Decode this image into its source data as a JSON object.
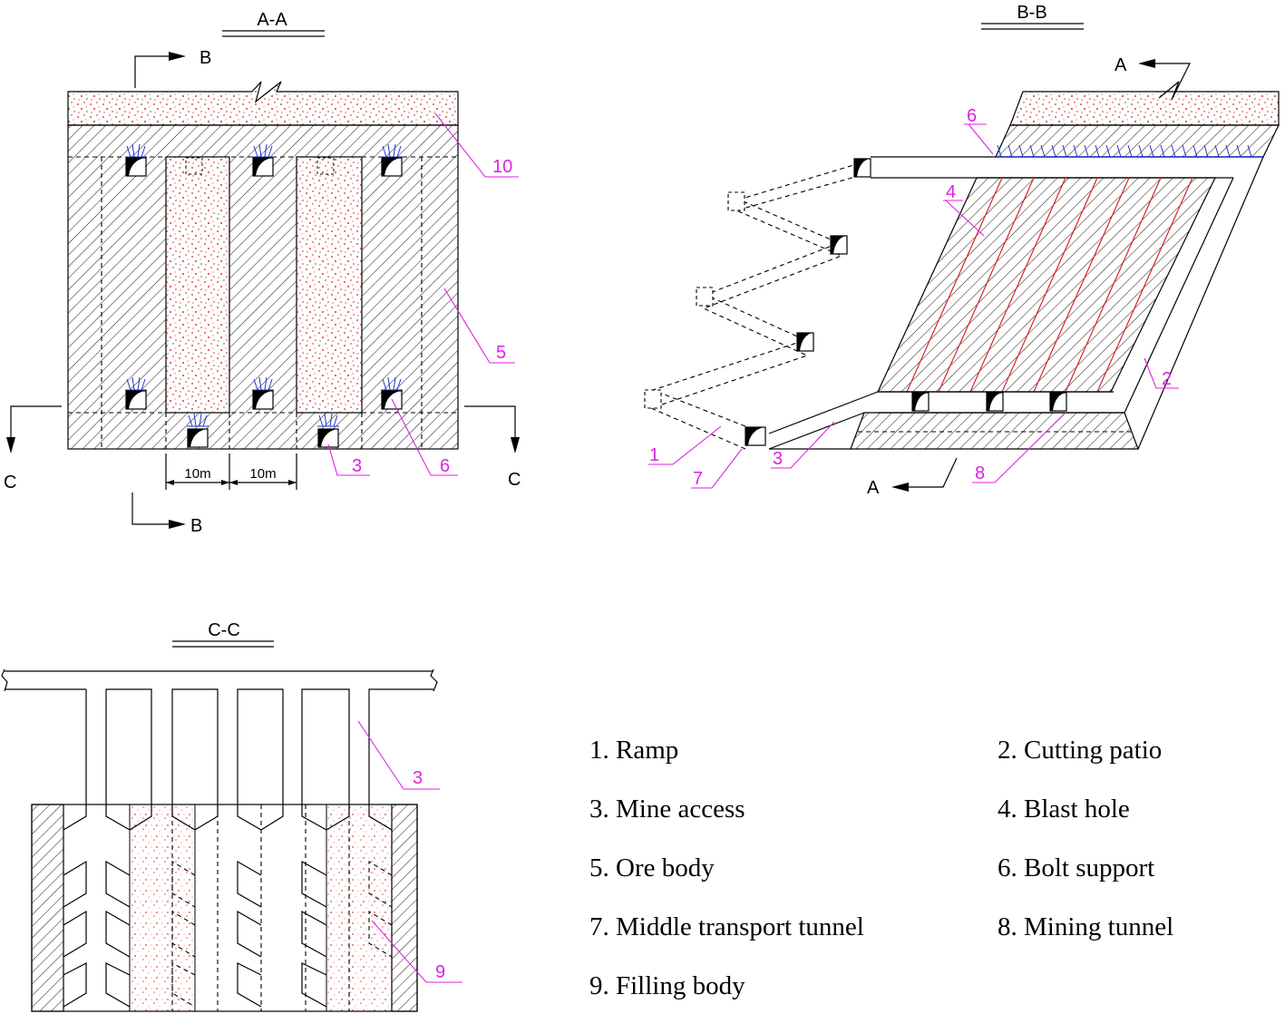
{
  "views": {
    "aa": {
      "title": "A-A",
      "cut_b_top": "B",
      "cut_b_bottom": "B",
      "cut_c_left": "C",
      "cut_c_right": "C",
      "dim_1": "10m",
      "dim_2": "10m"
    },
    "bb": {
      "title": "B-B",
      "cut_a_top": "A",
      "cut_a_bottom": "A"
    },
    "cc": {
      "title": "C-C"
    }
  },
  "callouts": {
    "aa": [
      "10",
      "5",
      "3",
      "6"
    ],
    "bb": [
      "6",
      "4",
      "2",
      "1",
      "7",
      "3",
      "8"
    ],
    "cc": [
      "3",
      "9"
    ]
  },
  "legend": [
    "1. Ramp",
    "2. Cutting patio",
    "3. Mine access",
    "4. Blast hole",
    "5. Ore body",
    "6. Bolt support",
    "7. Middle transport tunnel",
    "8. Mining tunnel",
    "9. Filling body"
  ],
  "colors": {
    "callout": "#e020e0",
    "fill_dots": "#cc2222",
    "bolt": "#2233cc",
    "blast_hole": "#dd2222",
    "hatch": "#000000"
  }
}
